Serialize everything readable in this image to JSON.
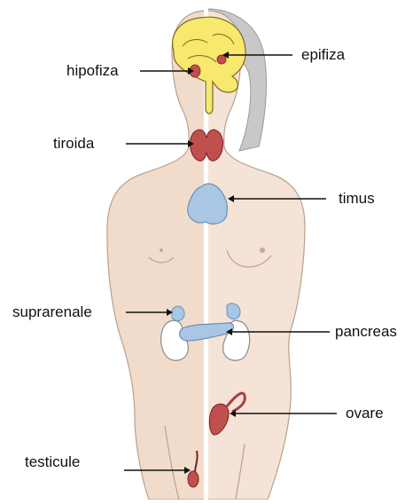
{
  "labels": {
    "hipofiza": "hipofiza",
    "epifiza": "epifiza",
    "tiroida": "tiroida",
    "timus": "timus",
    "suprarenale": "suprarenale",
    "pancreas": "pancreas",
    "ovare": "ovare",
    "testicule": "testicule"
  },
  "colors": {
    "background": "#ffffff",
    "male_skin": "#f1dccb",
    "female_skin": "#f4e3d6",
    "hair": "#c8c8c8",
    "brain": "#f7e86e",
    "red_gland": "#c0504d",
    "blue_gland": "#a9c7e4",
    "kidney": "#ffffff",
    "outline": "#8a8a8a",
    "leader": "#111111"
  },
  "icons": {
    "brain": "brain-icon",
    "thyroid": "thyroid-icon",
    "thymus": "thymus-icon",
    "kidney": "kidney-icon",
    "ovary": "ovary-icon",
    "testis": "testis-icon"
  }
}
